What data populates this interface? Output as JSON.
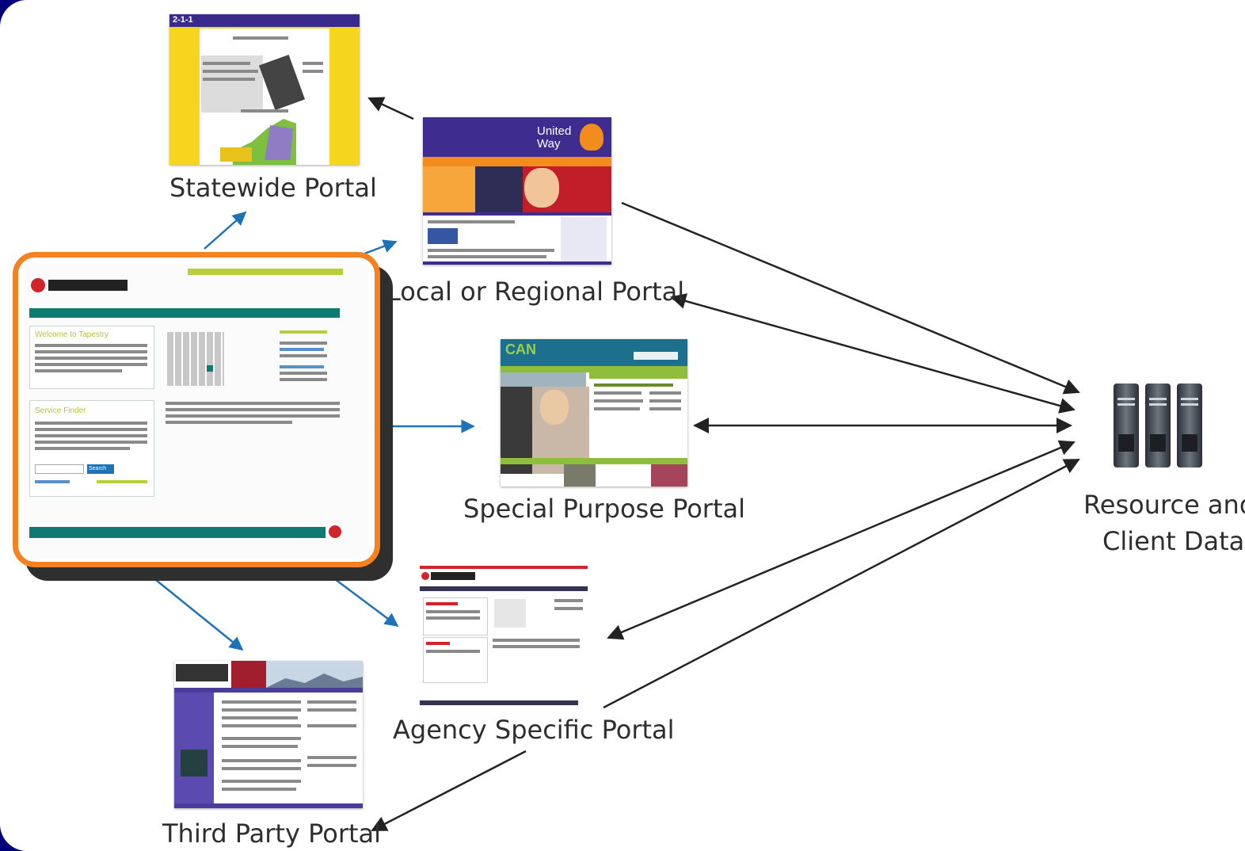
{
  "diagram": {
    "nodes": {
      "statewide": {
        "label": "Statewide Portal",
        "logo_text": "2-1-1"
      },
      "local": {
        "label": "Local or Regional Portal",
        "logo_text": "United Way"
      },
      "special": {
        "label": "Special Purpose Portal",
        "logo_text": "CAN"
      },
      "agency": {
        "label": "Agency Specific Portal"
      },
      "third": {
        "label": "Third Party Portal"
      },
      "data": {
        "label_line1": "Resource and",
        "label_line2": "Client Data"
      },
      "hub": {
        "welcome": "Welcome to Tapestry",
        "service": "Service Finder",
        "search_button": "Search"
      }
    },
    "colors": {
      "background": "#00007a",
      "highlight": "#f58220",
      "blue_arrow": "#1e73b8",
      "black_arrow": "#222222",
      "teal": "#0f7a72"
    }
  }
}
